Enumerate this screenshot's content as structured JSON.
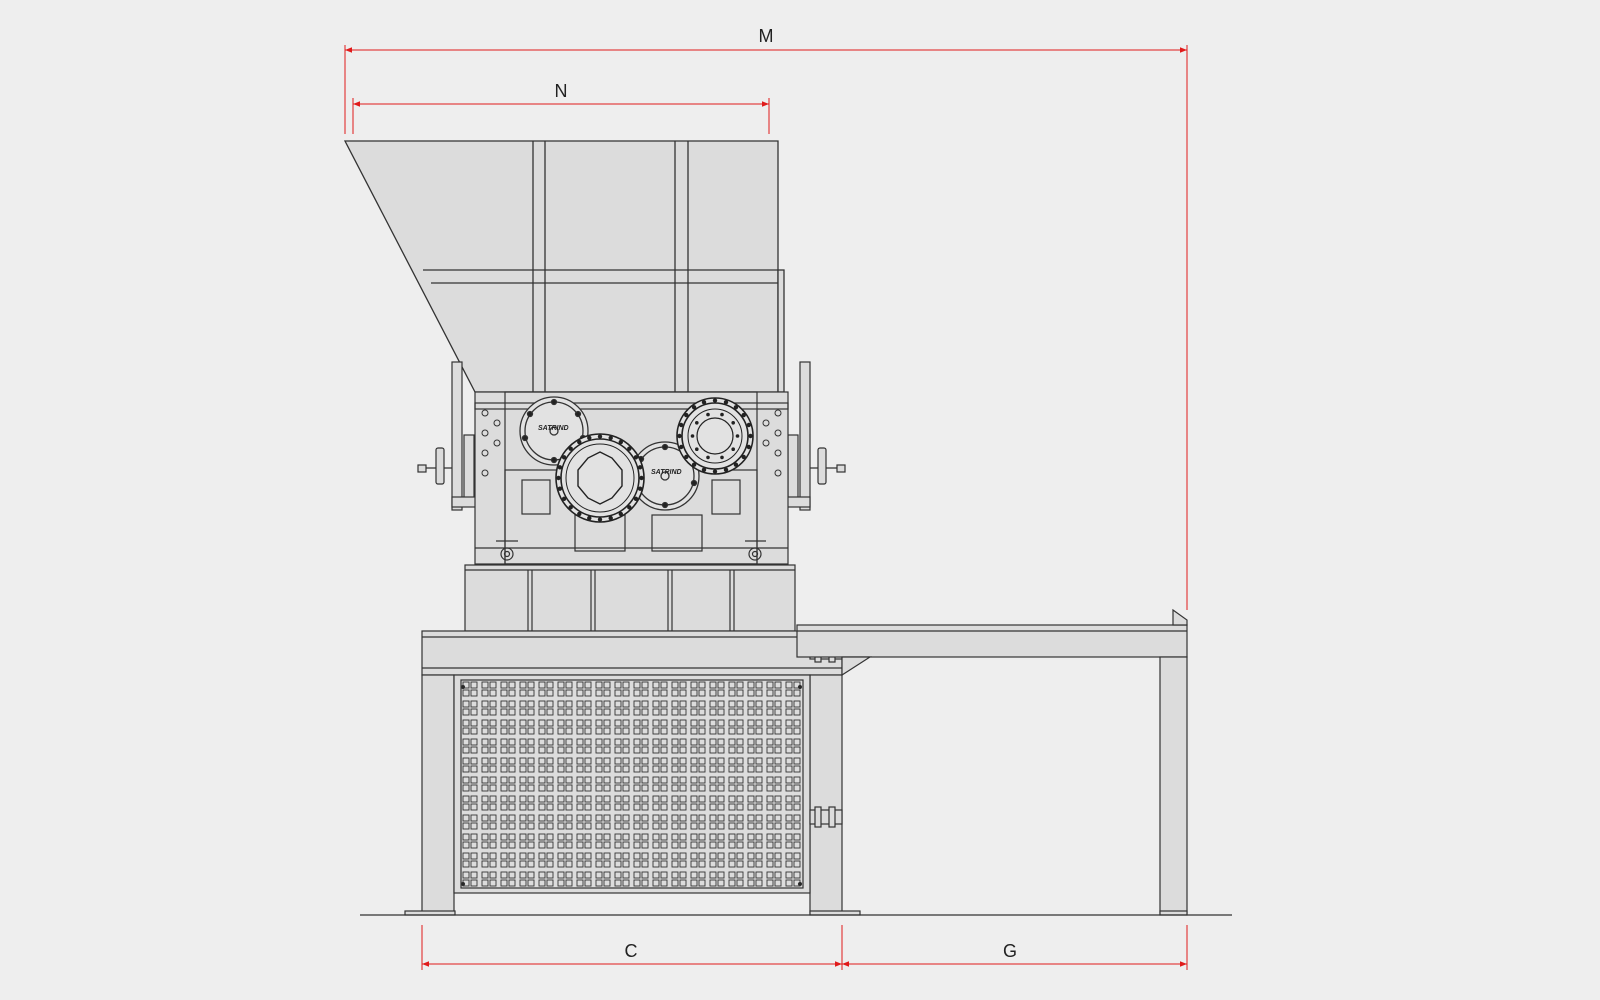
{
  "colors": {
    "background": "#eeeeee",
    "line": "#333333",
    "fill": "#dcdcdc",
    "dimension": "#e01b1b"
  },
  "dimensions": {
    "m": "M",
    "n": "N",
    "c": "C",
    "g": "G"
  },
  "logos": {
    "left": "SATRIND",
    "right": "SATRIND"
  }
}
